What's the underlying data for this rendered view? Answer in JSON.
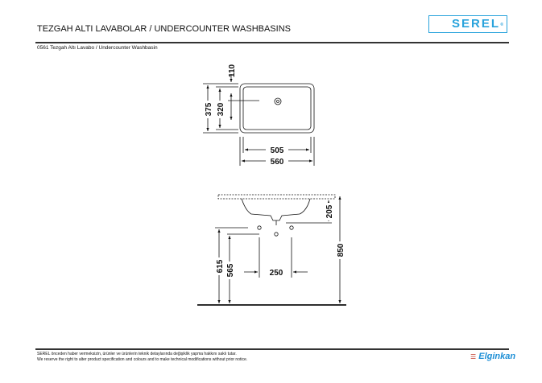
{
  "header": {
    "title": "TEZGAH ALTI LAVABOLAR / UNDERCOUNTER WASHBASINS",
    "subtitle": "0561 Tezgah Altı Lavabo / Undercounter Washbasin",
    "brand": "SEREL",
    "brand_mark": "®"
  },
  "top_view": {
    "dims": {
      "depth_outer": "375",
      "depth_inner": "320",
      "drain_offset": "110",
      "width_inner": "505",
      "width_outer": "560"
    }
  },
  "side_view": {
    "dims": {
      "basin_height": "205",
      "counter_height": "850",
      "trap_height_1": "615",
      "trap_height_2": "565",
      "valve_spacing": "250"
    }
  },
  "footer": {
    "line1": "SEREL önceden haber vermeksizin, ürünler ve ürünlerin teknik detaylarında değişiklik yapma hakkını saklı tutar.",
    "line2": "We reserve the right to alter product specification and colours and to make technical modifications without prior notice.",
    "partner": "Elginkan"
  }
}
